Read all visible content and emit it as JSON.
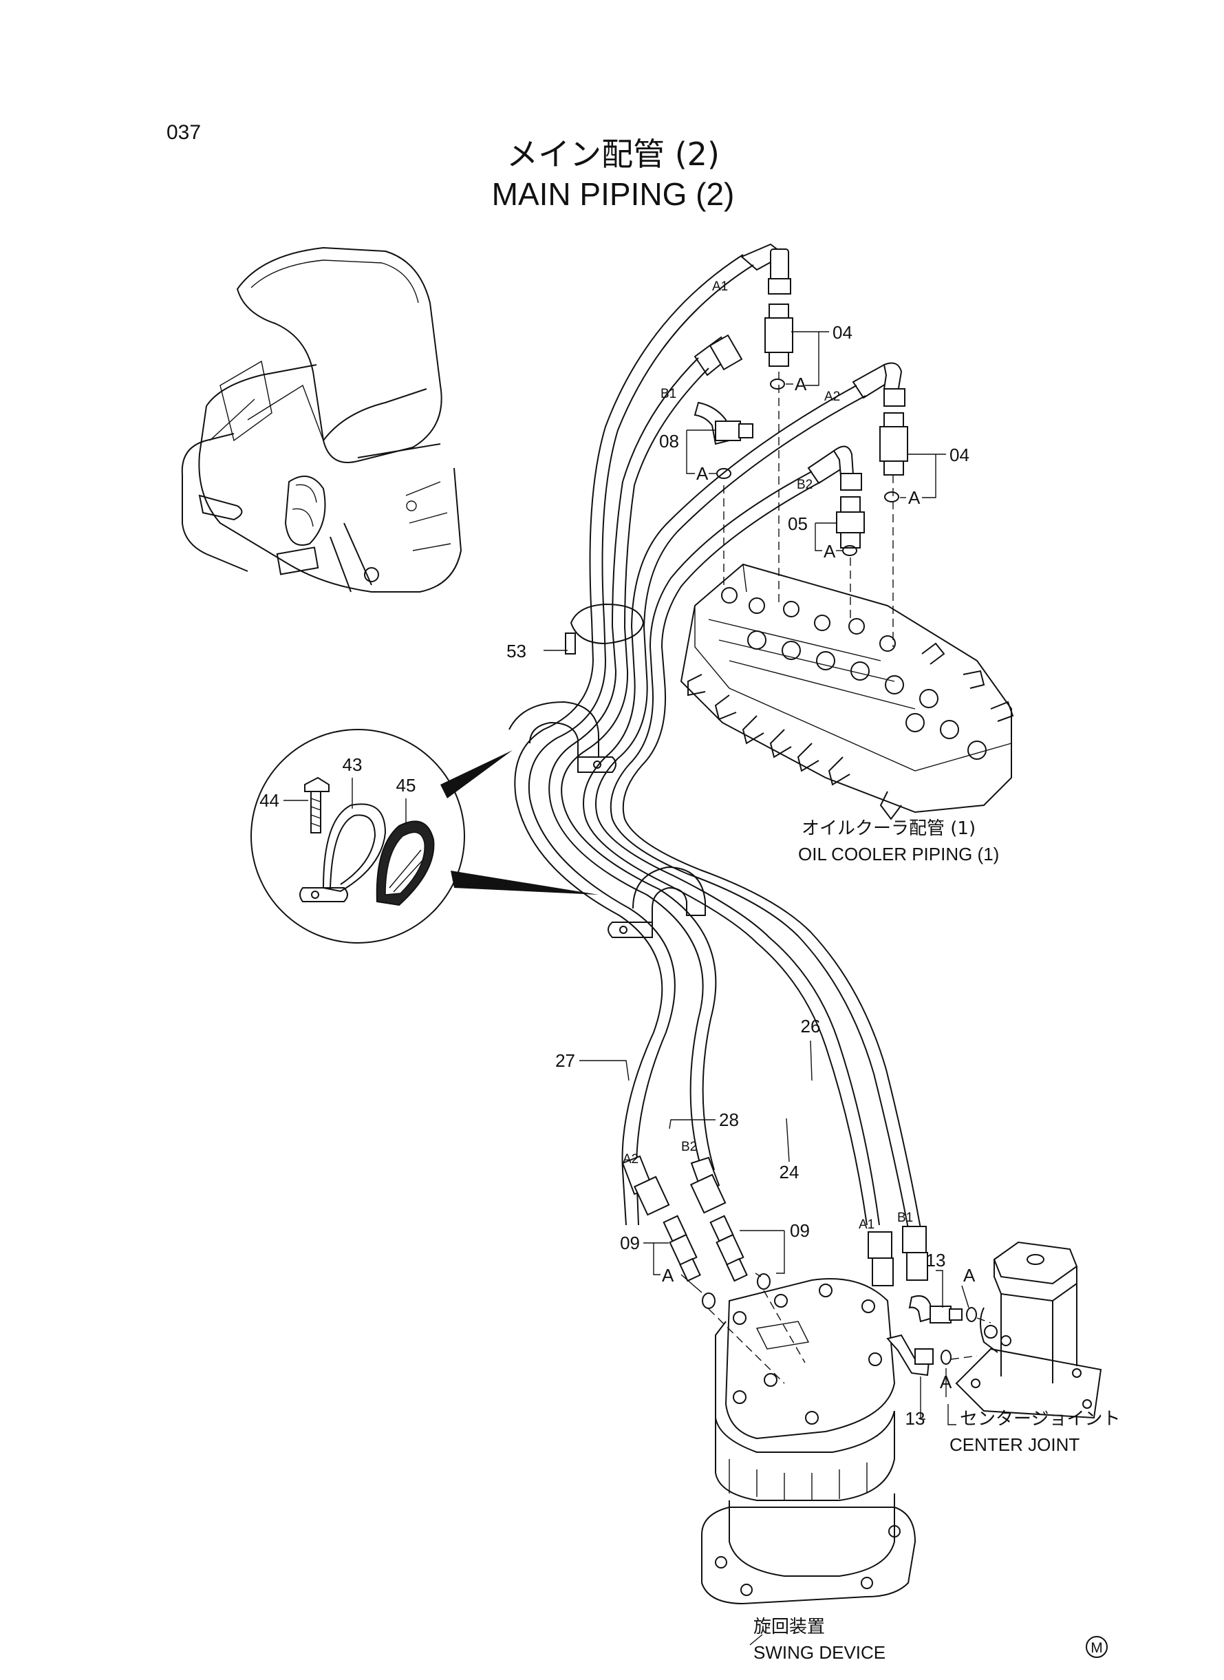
{
  "page_number": "037",
  "title_jp": "メイン配管 (2)",
  "title_en": "MAIN PIPING (2)",
  "callouts": {
    "oil_cooler_jp": "オイルクーラ配管 (1)",
    "oil_cooler_en": "OIL COOLER PIPING (1)",
    "center_joint_jp": "センタージョイント",
    "center_joint_en": "CENTER JOINT",
    "swing_device_jp": "旋回装置",
    "swing_device_en": "SWING DEVICE",
    "corner_mark": "M"
  },
  "part_numbers": {
    "p04a": "04",
    "p04b": "04",
    "p05": "05",
    "p08": "08",
    "p09a": "09",
    "p09b": "09",
    "p13a": "13",
    "p13b": "13",
    "p24": "24",
    "p26": "26",
    "p27": "27",
    "p28": "28",
    "p43": "43",
    "p44": "44",
    "p45": "45",
    "p53": "53"
  },
  "port_labels": {
    "a1_top": "A1",
    "b1_top": "B1",
    "a2_top": "A2",
    "b2_top": "B2",
    "a2_bot": "A2",
    "b2_bot": "B2",
    "a1_bot": "A1",
    "b1_bot": "B1"
  },
  "oring_labels": {
    "a1": "A",
    "a2": "A",
    "a3": "A",
    "a4": "A",
    "a5": "A",
    "a6": "A",
    "a7": "A"
  }
}
